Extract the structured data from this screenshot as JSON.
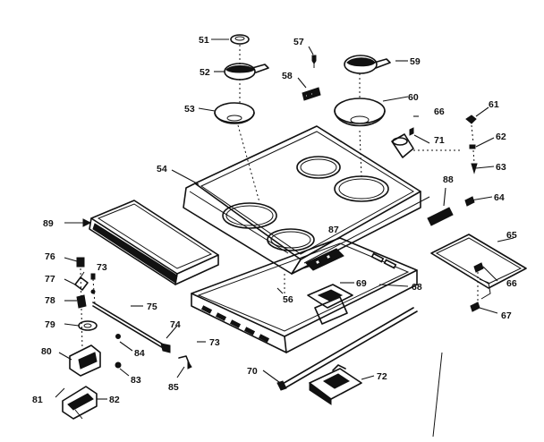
{
  "parts": {
    "p51": "51",
    "p52": "52",
    "p53": "53",
    "p54": "54",
    "p56": "56",
    "p57": "57",
    "p58": "58",
    "p59": "59",
    "p60": "60",
    "p61": "61",
    "p62": "62",
    "p63": "63",
    "p64": "64",
    "p65": "65",
    "p66a": "66",
    "p66b": "66",
    "p67": "67",
    "p68": "68",
    "p69": "69",
    "p70": "70",
    "p71": "71",
    "p72": "72",
    "p73a": "73",
    "p73b": "73",
    "p74": "74",
    "p75": "75",
    "p76": "76",
    "p77": "77",
    "p78": "78",
    "p79": "79",
    "p80": "80",
    "p81": "81",
    "p82": "82",
    "p83": "83",
    "p84": "84",
    "p85": "85",
    "p87": "87",
    "p88": "88",
    "p89": "89"
  }
}
